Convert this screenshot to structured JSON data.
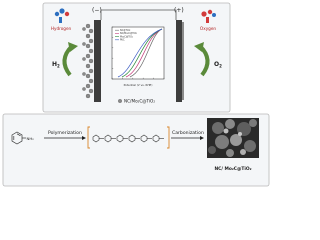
{
  "top": {
    "minus_sign": "(−)",
    "plus_sign": "(+)",
    "hydrogen_label": "Hydrogen",
    "oxygen_label": "Oxygen",
    "h2_label": "H",
    "h2_sub": "2",
    "o2_label": "O",
    "o2_sub": "2",
    "catalyst_caption": "NC/Mo₂C@TiO₂",
    "inset": {
      "x_label": "Potential (V vs. RHE)",
      "legend": [
        "NC@TiO₂",
        "NC/Mo₂C@TiO₂",
        "Mo₂C@TiO₂",
        "Pt/C"
      ],
      "colors": [
        "#6a6a6a",
        "#c43b7a",
        "#2a8a3a",
        "#3b5bc4"
      ]
    }
  },
  "bottom": {
    "reactant_sub": "NH₂",
    "polymerization_label": "Polymerization",
    "carbonization_label": "Carbonization",
    "product_caption": "NC/ Mo₂C@TiO₂"
  },
  "colors": {
    "electrode": "#3d3d3d",
    "arrow_green": "#5a8a3a",
    "bracket_orange": "#d9862b",
    "bubble_blue": "#2d6fc0",
    "bubble_red": "#d23a3a"
  }
}
